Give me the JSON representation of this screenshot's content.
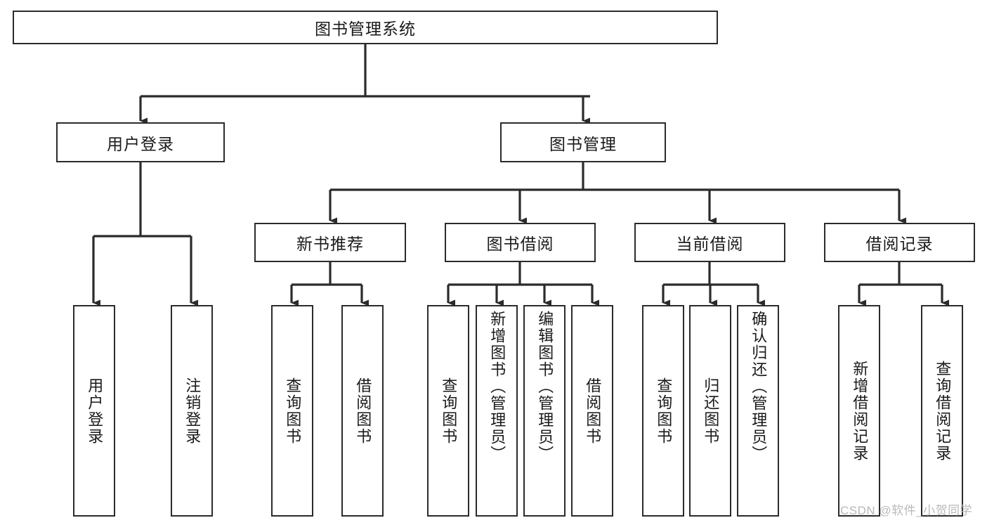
{
  "diagram": {
    "title": "图书管理系统",
    "type": "hierarchy-tree",
    "colors": {
      "box_border": "#2b2b2b",
      "box_fill": "#ffffff",
      "edge": "#2b2b2b",
      "text": "#1a1a1a",
      "watermark": "#b9b9b9",
      "background": "#ffffff"
    },
    "root": {
      "label": "图书管理系统",
      "orientation": "horizontal"
    },
    "level1": [
      {
        "id": "user-login",
        "label": "用户登录",
        "orientation": "horizontal"
      },
      {
        "id": "book-manage",
        "label": "图书管理",
        "orientation": "horizontal"
      }
    ],
    "level2": [
      {
        "id": "new-book-recommend",
        "label": "新书推荐",
        "orientation": "horizontal",
        "parent": "book-manage"
      },
      {
        "id": "book-borrow",
        "label": "图书借阅",
        "orientation": "horizontal",
        "parent": "book-manage"
      },
      {
        "id": "current-borrow",
        "label": "当前借阅",
        "orientation": "horizontal",
        "parent": "book-manage"
      },
      {
        "id": "borrow-record",
        "label": "借阅记录",
        "orientation": "horizontal",
        "parent": "book-manage"
      }
    ],
    "leaves": {
      "user_login": [
        {
          "id": "leaf-user-login",
          "label": "用户登录"
        },
        {
          "id": "leaf-logout",
          "label": "注销登录"
        }
      ],
      "new_book_recommend": [
        {
          "id": "leaf-query-book-1",
          "label": "查询图书"
        },
        {
          "id": "leaf-borrow-book-1",
          "label": "借阅图书"
        }
      ],
      "book_borrow": [
        {
          "id": "leaf-query-book-2",
          "label": "查询图书"
        },
        {
          "id": "leaf-add-book",
          "label": "新增图书（管理员）"
        },
        {
          "id": "leaf-edit-book",
          "label": "编辑图书（管理员）"
        },
        {
          "id": "leaf-borrow-book-2",
          "label": "借阅图书"
        }
      ],
      "current_borrow": [
        {
          "id": "leaf-query-book-3",
          "label": "查询图书"
        },
        {
          "id": "leaf-return-book",
          "label": "归还图书"
        },
        {
          "id": "leaf-confirm-return",
          "label": "确认归还（管理员）"
        }
      ],
      "borrow_record": [
        {
          "id": "leaf-add-record",
          "label": "新增借阅记录"
        },
        {
          "id": "leaf-query-record",
          "label": "查询借阅记录"
        }
      ]
    }
  },
  "watermark": {
    "text": "CSDN @软件_小贺同学"
  }
}
